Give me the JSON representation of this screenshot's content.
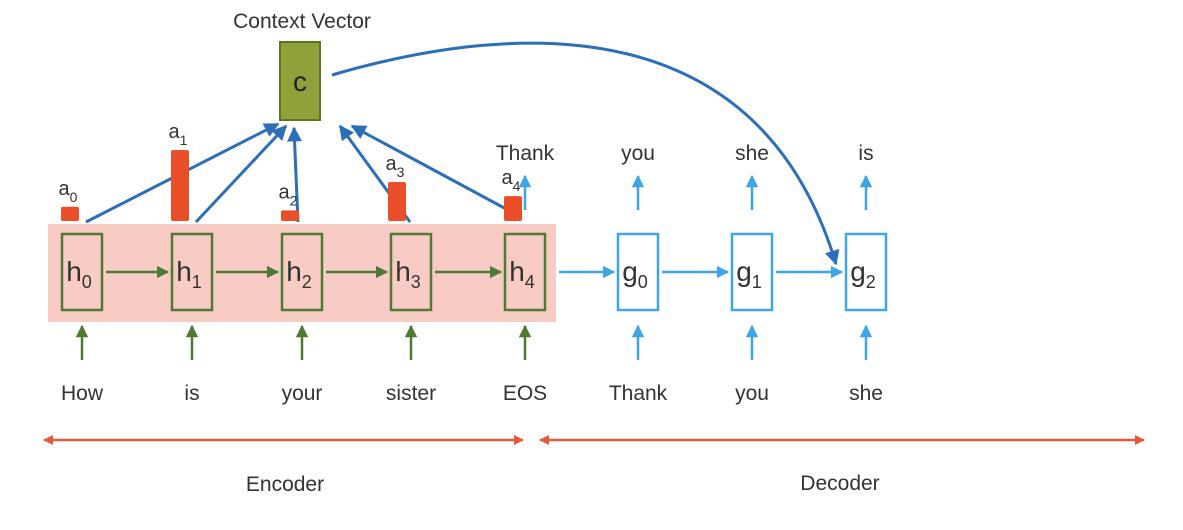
{
  "context": {
    "title": "Context Vector",
    "symbol": "c"
  },
  "encoder": {
    "label": "Encoder",
    "inputs": [
      "How",
      "is",
      "your",
      "sister",
      "EOS"
    ],
    "states": [
      {
        "base": "h",
        "sub": "0"
      },
      {
        "base": "h",
        "sub": "1"
      },
      {
        "base": "h",
        "sub": "2"
      },
      {
        "base": "h",
        "sub": "3"
      },
      {
        "base": "h",
        "sub": "4"
      }
    ],
    "attention": [
      {
        "base": "a",
        "sub": "0",
        "weight": 0.2
      },
      {
        "base": "a",
        "sub": "1",
        "weight": 1.0
      },
      {
        "base": "a",
        "sub": "2",
        "weight": 0.15
      },
      {
        "base": "a",
        "sub": "3",
        "weight": 0.55
      },
      {
        "base": "a",
        "sub": "4",
        "weight": 0.35
      }
    ]
  },
  "decoder": {
    "label": "Decoder",
    "inputs": [
      "Thank",
      "you",
      "she"
    ],
    "outputs": [
      "Thank",
      "you",
      "she",
      "is"
    ],
    "states": [
      {
        "base": "g",
        "sub": "0"
      },
      {
        "base": "g",
        "sub": "1"
      },
      {
        "base": "g",
        "sub": "2"
      }
    ]
  },
  "colors": {
    "encoder_box": "#4e7a34",
    "encoder_band": "#f8cbc4",
    "decoder_box": "#3ea6e6",
    "context_fill": "#8ea13a",
    "context_stroke": "#5d7423",
    "attention_bar": "#ea4f2a",
    "attention_arrow": "#2c6fb9",
    "span_arrow": "#e25a37",
    "text": "#333333"
  }
}
